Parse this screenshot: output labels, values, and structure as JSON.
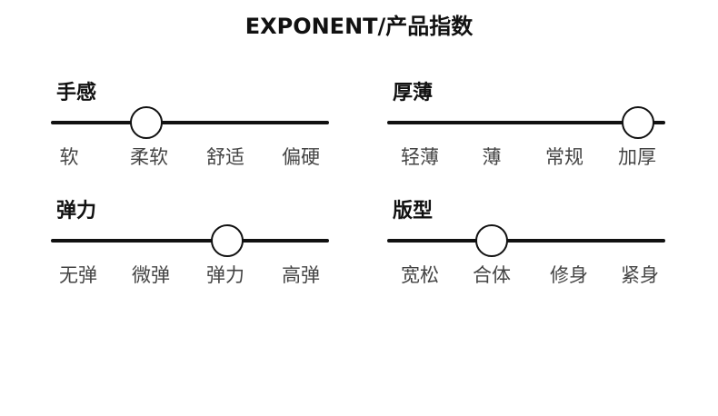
{
  "title": "EXPONENT/产品指数",
  "indices": [
    {
      "label": "手感",
      "levels": [
        "软",
        "柔软",
        "舒适",
        "偏硬"
      ],
      "selected": "柔软"
    },
    {
      "label": "厚薄",
      "levels": [
        "轻薄",
        "薄",
        "常规",
        "加厚"
      ],
      "selected": "加厚"
    },
    {
      "label": "弹力",
      "levels": [
        "无弹",
        "微弹",
        "弹力",
        "高弹"
      ],
      "selected": "弹力"
    },
    {
      "label": "版型",
      "levels": [
        "宽松",
        "合体",
        "修身",
        "紧身"
      ],
      "selected": "合体"
    }
  ]
}
